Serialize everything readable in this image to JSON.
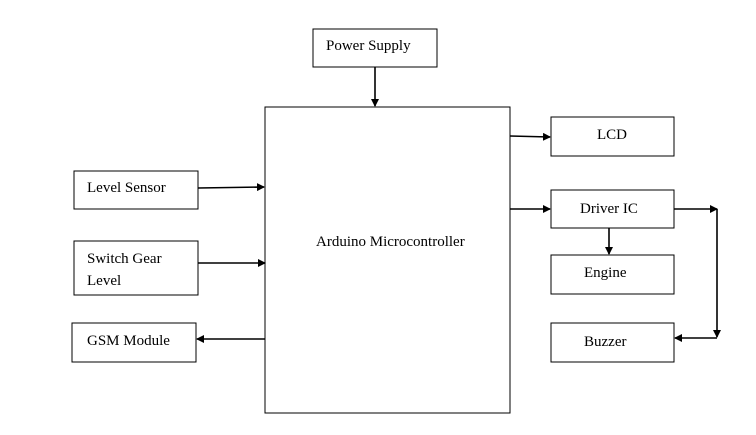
{
  "diagram": {
    "blocks": {
      "power_supply": "Power Supply",
      "microcontroller": "Arduino Microcontroller",
      "level_sensor": "Level Sensor",
      "switch_gear_line1": "Switch Gear",
      "switch_gear_line2": "Level",
      "gsm_module": "GSM Module",
      "lcd": "LCD",
      "driver_ic": "Driver IC",
      "engine": "Engine",
      "buzzer": "Buzzer"
    }
  }
}
